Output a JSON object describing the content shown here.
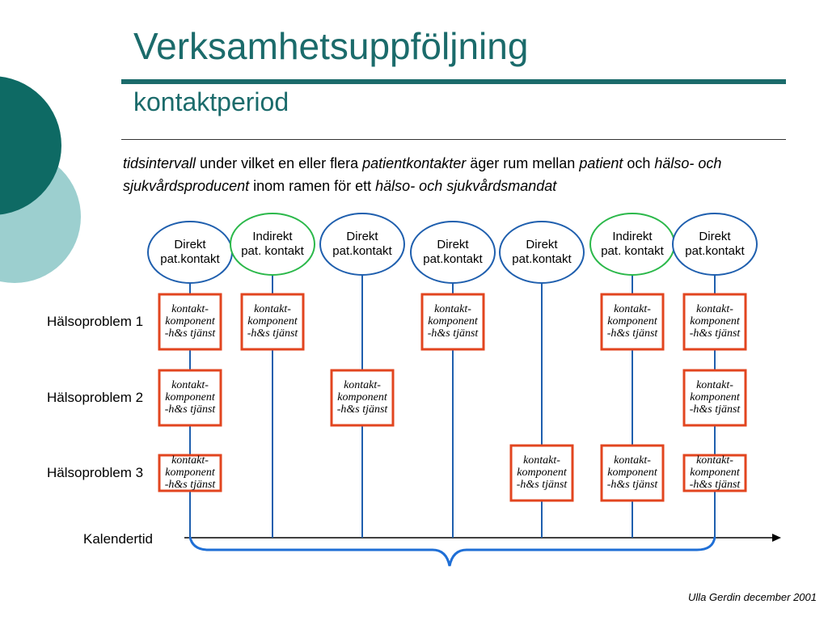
{
  "slide": {
    "title": "Verksamhetsuppföljning",
    "subtitle": "kontaktperiod",
    "definition": [
      {
        "text": "tidsintervall",
        "italic": true
      },
      {
        "text": " under vilket en eller flera ",
        "italic": false
      },
      {
        "text": "patientkontakter",
        "italic": true
      },
      {
        "text": " äger rum mellan ",
        "italic": false
      },
      {
        "text": "patient",
        "italic": true
      },
      {
        "text": " och ",
        "italic": false
      },
      {
        "text": "hälso- och sjukvårdsproducent",
        "italic": true
      },
      {
        "text": " inom ramen för ett ",
        "italic": false
      },
      {
        "text": "hälso- och sjukvårdsmandat",
        "italic": true
      }
    ],
    "footer": "Ulla Gerdin december 2001"
  },
  "diagram": {
    "rows": [
      "Hälsoproblem 1",
      "Hälsoproblem 2",
      "Hälsoproblem 3"
    ],
    "axis_label": "Kalendertid",
    "box_text": [
      "kontakt-",
      "komponent",
      "-h&s tjänst"
    ],
    "contacts": [
      {
        "lines": [
          "Direkt",
          "pat.kontakt"
        ],
        "kind": "direct",
        "problems": [
          1,
          2,
          3
        ]
      },
      {
        "lines": [
          "Indirekt",
          "pat. kontakt"
        ],
        "kind": "indirect",
        "problems": [
          1
        ]
      },
      {
        "lines": [
          "Direkt",
          "pat.kontakt"
        ],
        "kind": "direct",
        "problems": [
          2
        ]
      },
      {
        "lines": [
          "Direkt",
          "pat.kontakt"
        ],
        "kind": "direct",
        "problems": [
          1
        ]
      },
      {
        "lines": [
          "Direkt",
          "pat.kontakt"
        ],
        "kind": "direct",
        "problems": [
          3
        ]
      },
      {
        "lines": [
          "Indirekt",
          "pat. kontakt"
        ],
        "kind": "indirect",
        "problems": [
          1,
          3
        ]
      },
      {
        "lines": [
          "Direkt",
          "pat.kontakt"
        ],
        "kind": "direct",
        "problems": [
          1,
          2,
          3
        ]
      }
    ],
    "colors": {
      "direct": "#1f5fae",
      "indirect": "#2bb84a",
      "box": "#e2451f",
      "brace": "#1f6fd6",
      "title": "#1b6b6b",
      "dark_teal": "#0e6a64",
      "light_teal": "#9ccfcf"
    }
  }
}
